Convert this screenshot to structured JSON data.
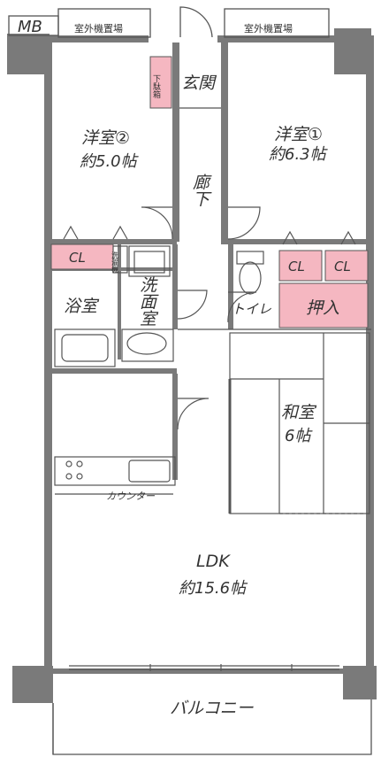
{
  "labels": {
    "mb": "MB",
    "outdoor_unit_left": "室外機置場",
    "outdoor_unit_right": "室外機置場",
    "shoe_box": "下駄箱",
    "genkan": "玄関",
    "room2_name": "洋室②",
    "room2_area": "約5.0帖",
    "room1_name": "洋室①",
    "room1_area": "約6.3帖",
    "corridor": "廊下",
    "cl_room2": "CL",
    "cl_room1_a": "CL",
    "cl_room1_b": "CL",
    "washer": "洗濯機",
    "washroom": "洗面室",
    "bathroom": "浴室",
    "toilet": "トイレ",
    "oshiire": "押入",
    "washitsu_name": "和室",
    "washitsu_area": "6帖",
    "counter": "カウンター",
    "ldk_name": "LDK",
    "ldk_area": "約15.6帖",
    "balcony": "バルコニー"
  },
  "colors": {
    "wall": "#7a7a7a",
    "pink": "#f5b7c1",
    "line": "#555555"
  }
}
